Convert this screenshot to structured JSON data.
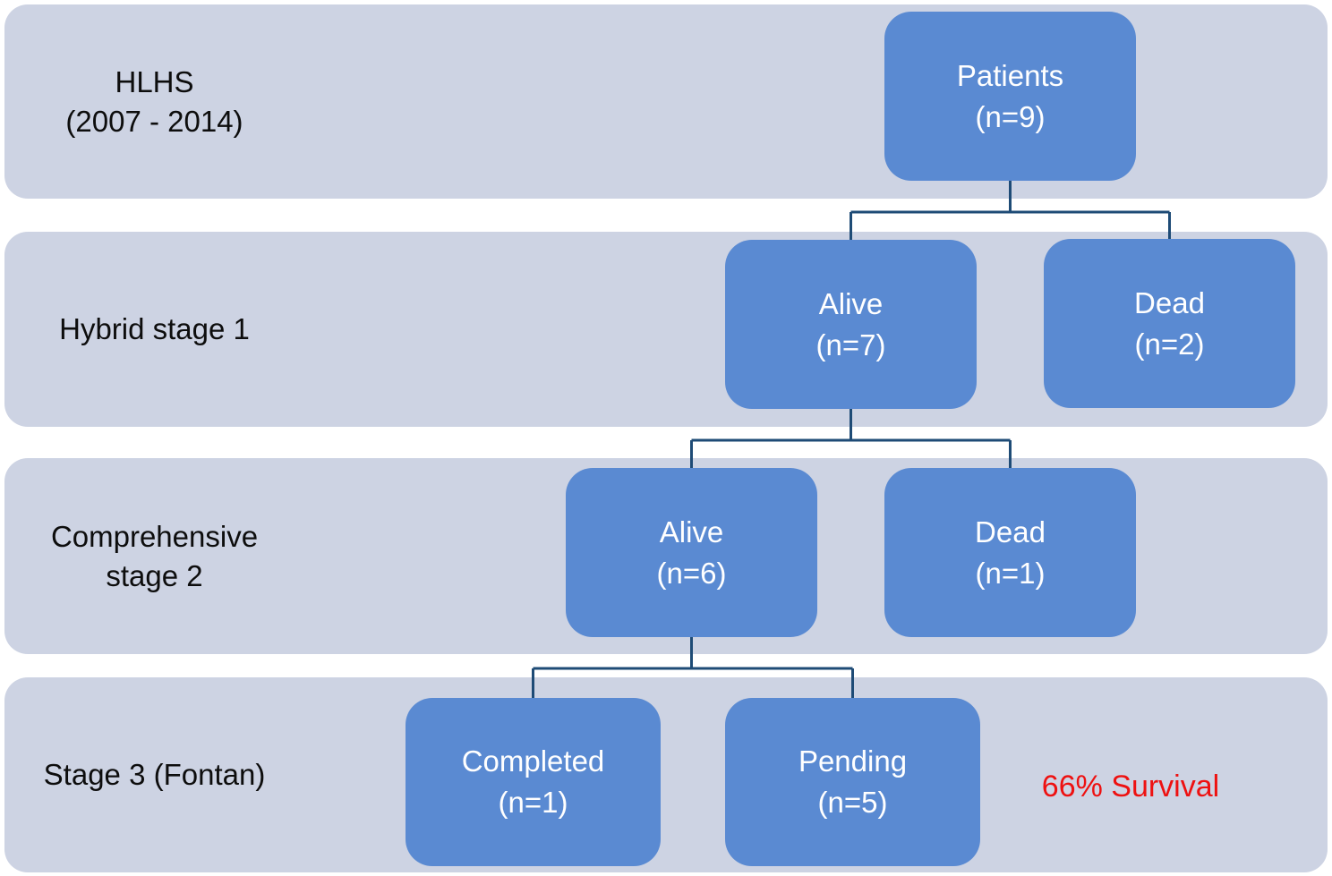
{
  "diagram": {
    "rows": [
      {
        "label_lines": [
          "HLHS",
          "(2007 - 2014)"
        ],
        "nodes": [
          {
            "title": "Patients",
            "count": "(n=9)"
          }
        ]
      },
      {
        "label_lines": [
          "Hybrid stage 1"
        ],
        "nodes": [
          {
            "title": "Alive",
            "count": "(n=7)"
          },
          {
            "title": "Dead",
            "count": "(n=2)"
          }
        ]
      },
      {
        "label_lines": [
          "Comprehensive",
          "stage 2"
        ],
        "nodes": [
          {
            "title": "Alive",
            "count": "(n=6)"
          },
          {
            "title": "Dead",
            "count": "(n=1)"
          }
        ]
      },
      {
        "label_lines": [
          "Stage 3 (Fontan)"
        ],
        "nodes": [
          {
            "title": "Completed",
            "count": "(n=1)"
          },
          {
            "title": "Pending",
            "count": "(n=5)"
          }
        ],
        "annotation": "66% Survival"
      }
    ]
  },
  "colors": {
    "band": "#cdd3e3",
    "node": "#5a8ad2",
    "node_text": "#ffffff",
    "label_text": "#0d0d0d",
    "connector": "#1e4b76",
    "annotation": "#ee1111"
  }
}
